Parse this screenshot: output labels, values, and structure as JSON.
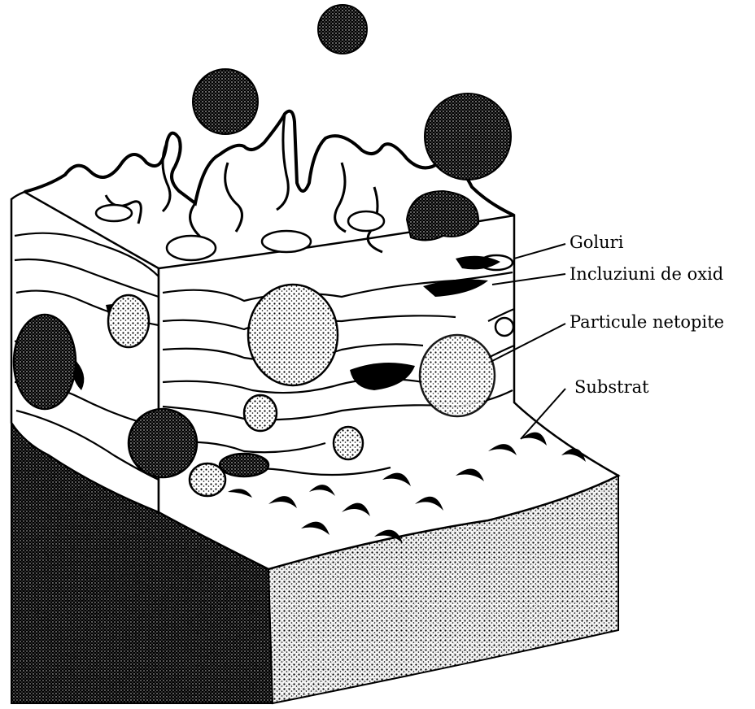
{
  "labels": {
    "goluri": "Goluri",
    "oxide": "Incluziuni de oxid",
    "particles": "Particule netopite",
    "substrate": "Substrat"
  },
  "colors": {
    "ink": "#000000",
    "paper": "#ffffff",
    "stipple_dark": "#1a1a1a",
    "stipple_light": "#8a8a8a"
  }
}
